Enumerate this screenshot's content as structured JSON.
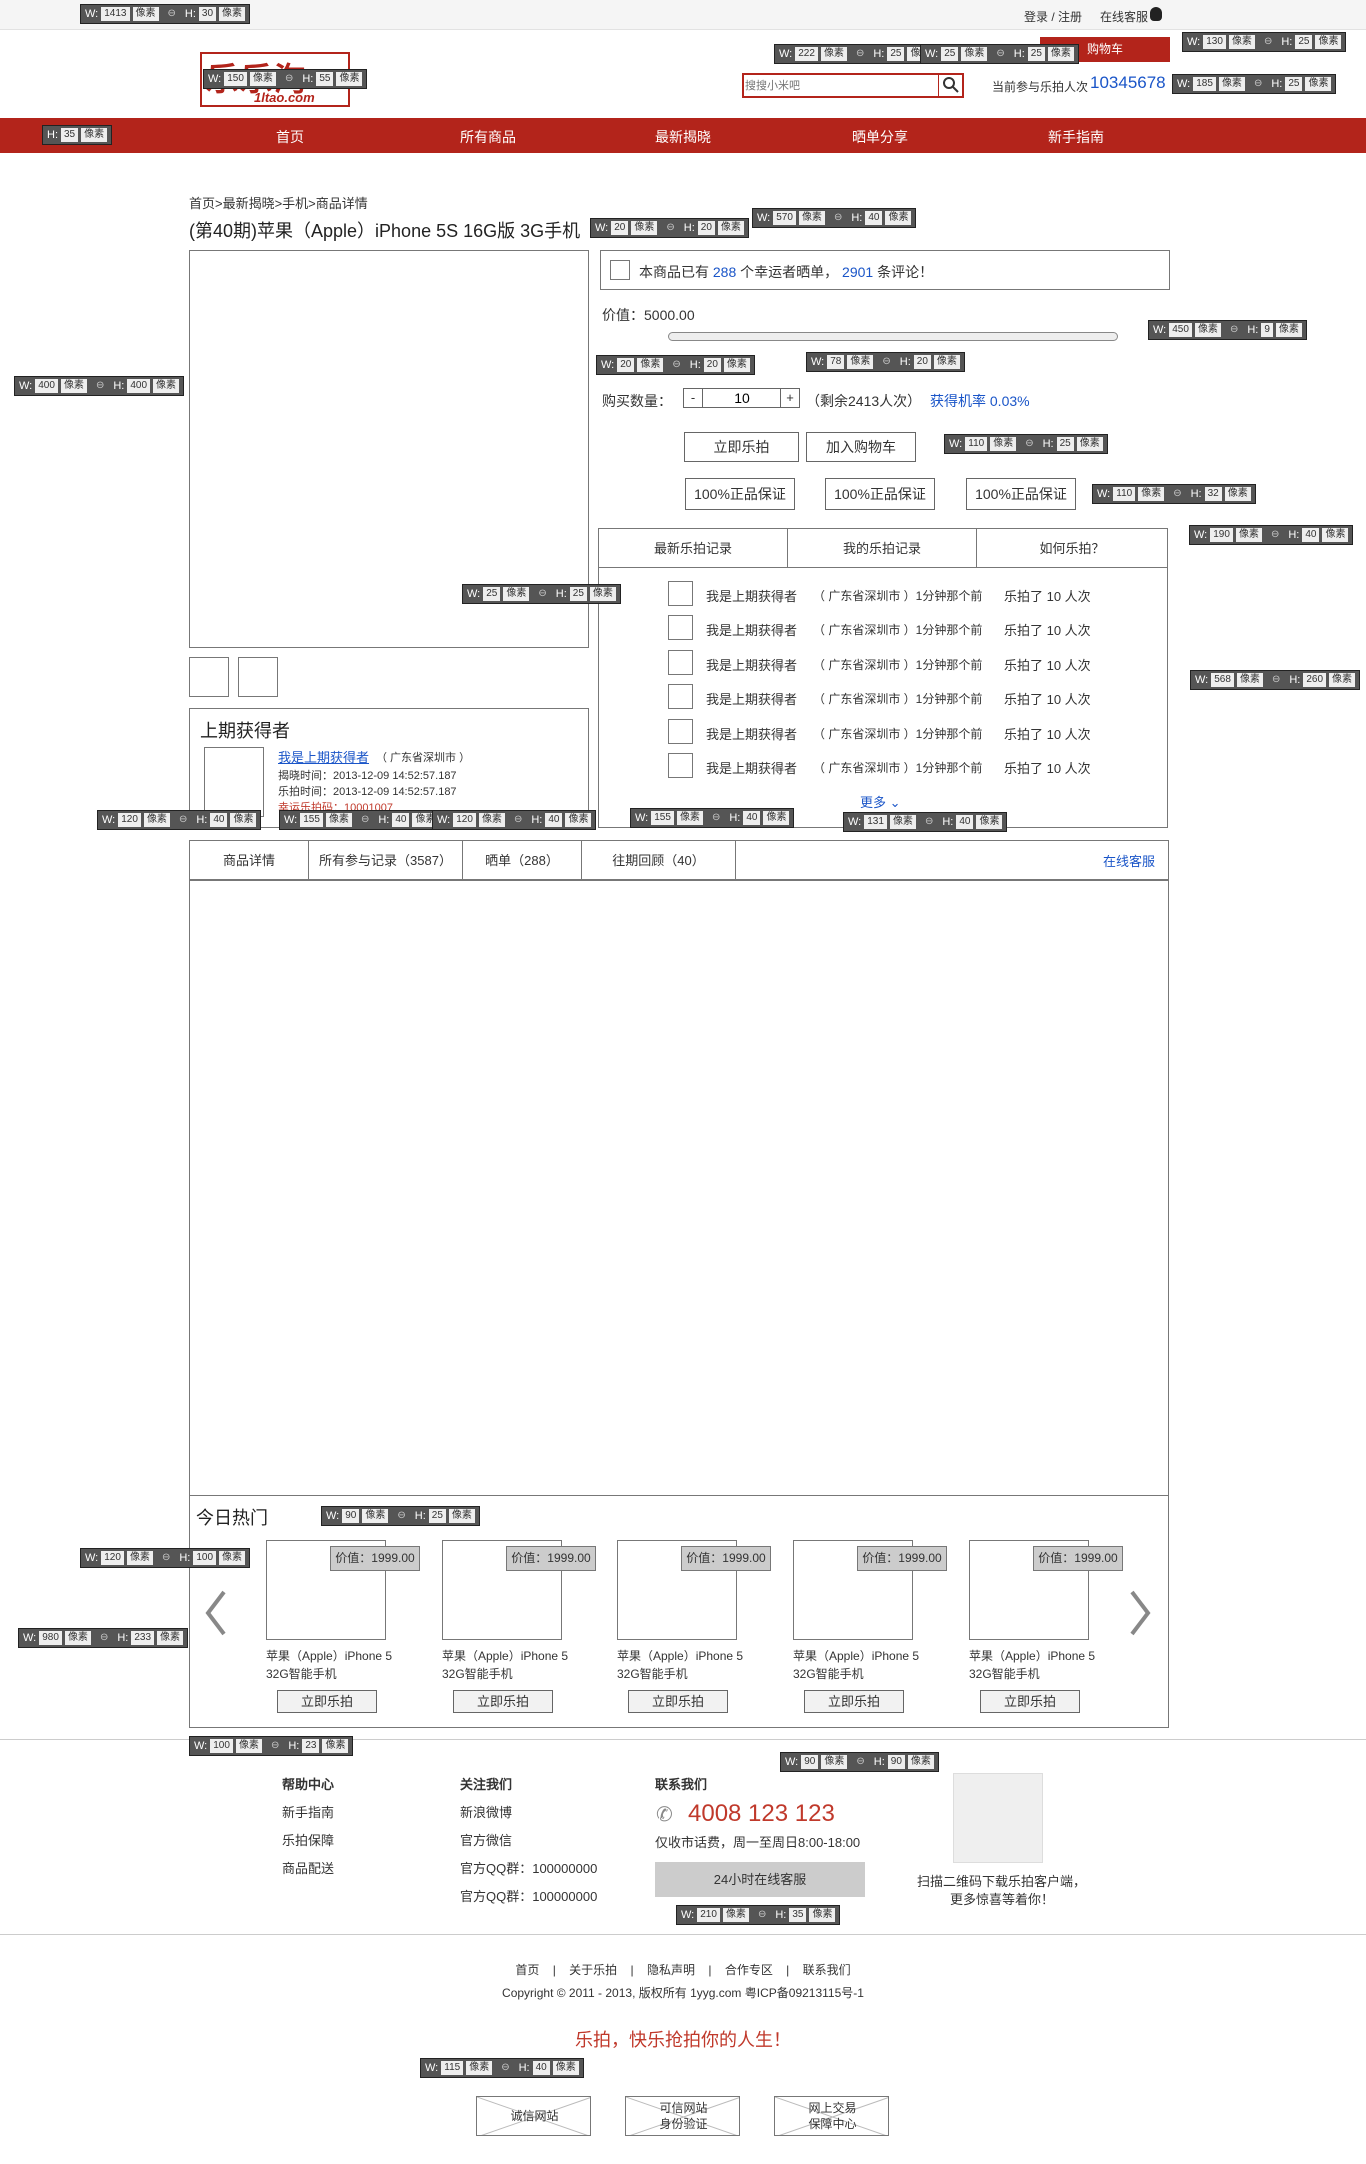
{
  "topbar": {
    "login": "登录 / 注册",
    "service": "在线客服"
  },
  "logo": {
    "text": "乐乐淘",
    "domain": "1ltao.com"
  },
  "header": {
    "cart_label": "购物车",
    "search_placeholder": "搜搜小米吧",
    "participants_label": "当前参与乐拍人次",
    "participants_count": "10345678"
  },
  "nav": [
    "首页",
    "所有商品",
    "最新揭晓",
    "晒单分享",
    "新手指南"
  ],
  "breadcrumb": "首页>最新揭晓>手机>商品详情",
  "product": {
    "title": "(第40期)苹果（Apple）iPhone 5S 16G版 3G手机",
    "notice_pre": "本商品已有",
    "notice_winners": "288",
    "notice_mid": "个幸运者晒单，",
    "notice_reviews": "2901",
    "notice_post": "条评论！",
    "price_label": "价值：5000.00",
    "qty_label": "购买数量：",
    "qty_minus": "-",
    "qty_value": "10",
    "qty_plus": "+",
    "remaining": "（剩余2413人次）",
    "odds": "获得机率 0.03%",
    "buy_now": "立即乐拍",
    "add_cart": "加入购物车",
    "guarantees": [
      "100%正品保证",
      "100%正品保证",
      "100%正品保证"
    ]
  },
  "records": {
    "tabs": [
      "最新乐拍记录",
      "我的乐拍记录",
      "如何乐拍？"
    ],
    "rows": [
      {
        "name": "我是上期获得者",
        "loc": "（ 广东省深圳市 ）1分钟那个前",
        "count": "乐拍了 10 人次"
      },
      {
        "name": "我是上期获得者",
        "loc": "（ 广东省深圳市 ）1分钟那个前",
        "count": "乐拍了 10 人次"
      },
      {
        "name": "我是上期获得者",
        "loc": "（ 广东省深圳市 ）1分钟那个前",
        "count": "乐拍了 10 人次"
      },
      {
        "name": "我是上期获得者",
        "loc": "（ 广东省深圳市 ）1分钟那个前",
        "count": "乐拍了 10 人次"
      },
      {
        "name": "我是上期获得者",
        "loc": "（ 广东省深圳市 ）1分钟那个前",
        "count": "乐拍了 10 人次"
      },
      {
        "name": "我是上期获得者",
        "loc": "（ 广东省深圳市 ）1分钟那个前",
        "count": "乐拍了 10 人次"
      }
    ],
    "more": "更多"
  },
  "winner": {
    "title": "上期获得者",
    "name": "我是上期获得者",
    "loc": "（ 广东省深圳市 ）",
    "reveal_time": "揭晓时间：2013-12-09 14:52:57.187",
    "bid_time": "乐拍时间：2013-12-09 14:52:57.187",
    "lucky_code": "幸运乐拍码：10001007"
  },
  "detail_tabs": [
    "商品详情",
    "所有参与记录（3587）",
    "晒单（288）",
    "往期回顾（40）"
  ],
  "detail_service": "在线客服",
  "hot": {
    "title": "今日热门",
    "items": [
      {
        "price": "价值：1999.00",
        "name1": "苹果（Apple）iPhone 5",
        "name2": "32G智能手机",
        "btn": "立即乐拍"
      },
      {
        "price": "价值：1999.00",
        "name1": "苹果（Apple）iPhone 5",
        "name2": "32G智能手机",
        "btn": "立即乐拍"
      },
      {
        "price": "价值：1999.00",
        "name1": "苹果（Apple）iPhone 5",
        "name2": "32G智能手机",
        "btn": "立即乐拍"
      },
      {
        "price": "价值：1999.00",
        "name1": "苹果（Apple）iPhone 5",
        "name2": "32G智能手机",
        "btn": "立即乐拍"
      },
      {
        "price": "价值：1999.00",
        "name1": "苹果（Apple）iPhone 5",
        "name2": "32G智能手机",
        "btn": "立即乐拍"
      }
    ]
  },
  "footer": {
    "help": {
      "title": "帮助中心",
      "links": [
        "新手指南",
        "乐拍保障",
        "商品配送"
      ]
    },
    "follow": {
      "title": "关注我们",
      "links": [
        "新浪微博",
        "官方微信",
        "官方QQ群：100000000",
        "官方QQ群：100000000"
      ]
    },
    "contact": {
      "title": "联系我们",
      "phone": "4008 123 123",
      "fee": "仅收市话费，周一至周日8:00-18:00",
      "online": "24小时在线客服"
    },
    "qr_text1": "扫描二维码下载乐拍客户端，",
    "qr_text2": "更多惊喜等着你！",
    "bottom_links": [
      "首页",
      "关于乐拍",
      "隐私声明",
      "合作专区",
      "联系我们"
    ],
    "copyright": "Copyright © 2011 - 2013, 版权所有 1yyg.com 粤ICP备09213115号-1",
    "slogan": "乐拍，快乐抢拍你的人生！",
    "badges": [
      "诚信网站",
      "可信网站\n身份验证",
      "网上交易\n保障中心"
    ]
  },
  "annotations": {
    "unit": "像素",
    "items": [
      {
        "w": "1413",
        "h": "30"
      },
      {
        "w": "150",
        "h": "55"
      },
      {
        "w": "222",
        "h": "25"
      },
      {
        "w": "25",
        "h": "25"
      },
      {
        "w": "130",
        "h": "25"
      },
      {
        "w": "185",
        "h": "25"
      },
      {
        "w": "",
        "h": "35"
      },
      {
        "w": "570",
        "h": "40"
      },
      {
        "w": "20",
        "h": "20"
      },
      {
        "w": "450",
        "h": "9"
      },
      {
        "w": "20",
        "h": "20"
      },
      {
        "w": "78",
        "h": "20"
      },
      {
        "w": "400",
        "h": "400"
      },
      {
        "w": "110",
        "h": "25"
      },
      {
        "w": "110",
        "h": "32"
      },
      {
        "w": "190",
        "h": "40"
      },
      {
        "w": "25",
        "h": "25"
      },
      {
        "w": "568",
        "h": "260"
      },
      {
        "w": "120",
        "h": "40"
      },
      {
        "w": "155",
        "h": "40"
      },
      {
        "w": "120",
        "h": "40"
      },
      {
        "w": "155",
        "h": "40"
      },
      {
        "w": "131",
        "h": "40"
      },
      {
        "w": "90",
        "h": "25"
      },
      {
        "w": "120",
        "h": "100"
      },
      {
        "w": "980",
        "h": "233"
      },
      {
        "w": "100",
        "h": "23"
      },
      {
        "w": "90",
        "h": "90"
      },
      {
        "w": "210",
        "h": "35"
      },
      {
        "w": "115",
        "h": "40"
      }
    ]
  },
  "colors": {
    "brand": "#b3241b",
    "link": "#1a55c8",
    "accent_text": "#c0392b"
  }
}
